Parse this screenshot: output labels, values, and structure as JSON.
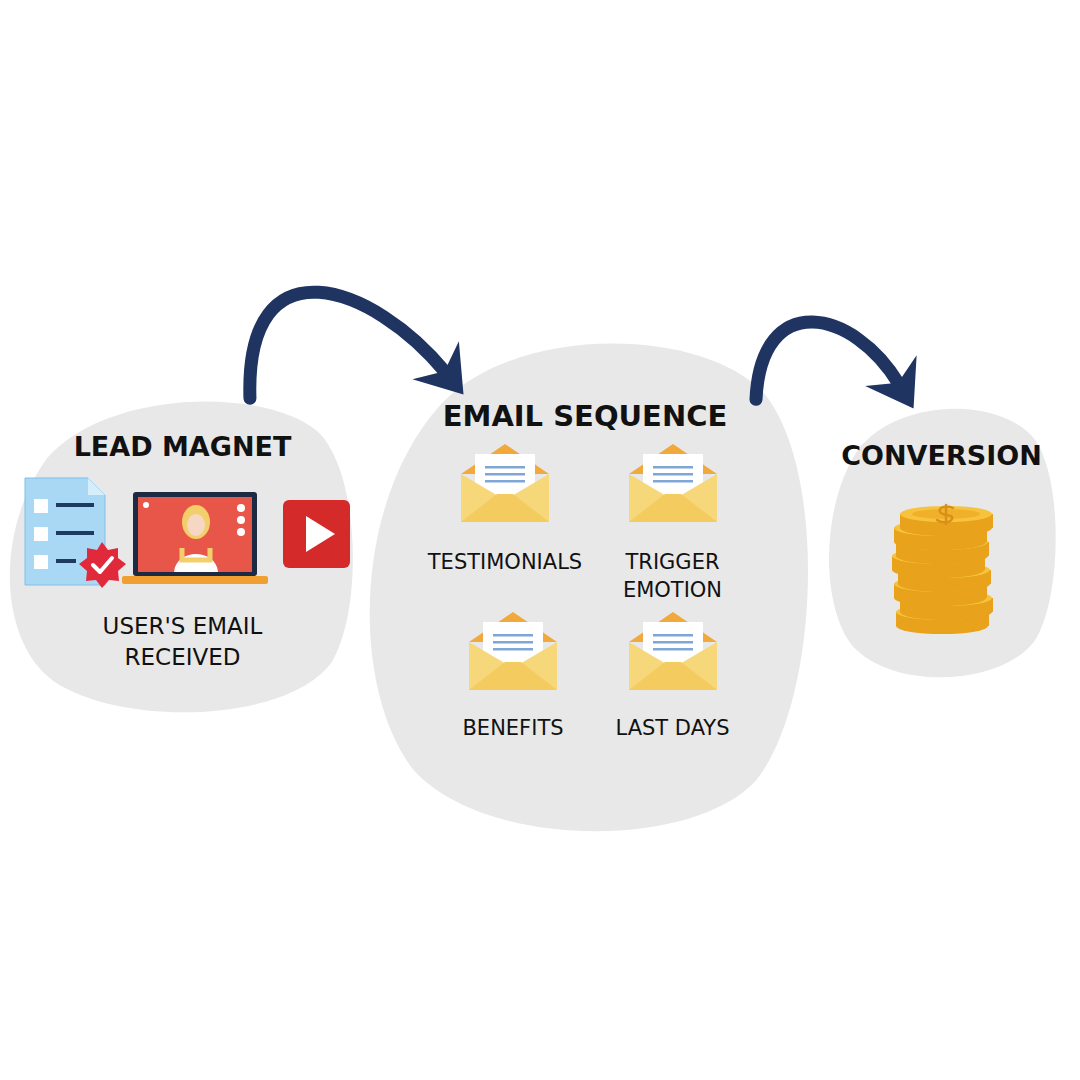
{
  "diagram": {
    "nodes": [
      {
        "text": [
          "LEAD MAGNET",
          "USER'S EMAIL RECEIVED"
        ]
      },
      {
        "text": [
          "EMAIL SEQUENCE"
        ]
      },
      {
        "text": [
          "TESTIMONIALS"
        ],
        "in": 1
      },
      {
        "text": [
          "TRIGGER EMOTION"
        ],
        "in": 1
      },
      {
        "text": [
          "BENEFITS"
        ],
        "in": 1
      },
      {
        "text": [
          "LAST DAYS"
        ],
        "in": 1
      },
      {
        "text": [
          "CONVERSION"
        ]
      }
    ],
    "edges": [
      {
        "from": 0,
        "to": 1,
        "arrow": "to"
      },
      {
        "from": 1,
        "to": 6,
        "arrow": "to"
      }
    ]
  }
}
